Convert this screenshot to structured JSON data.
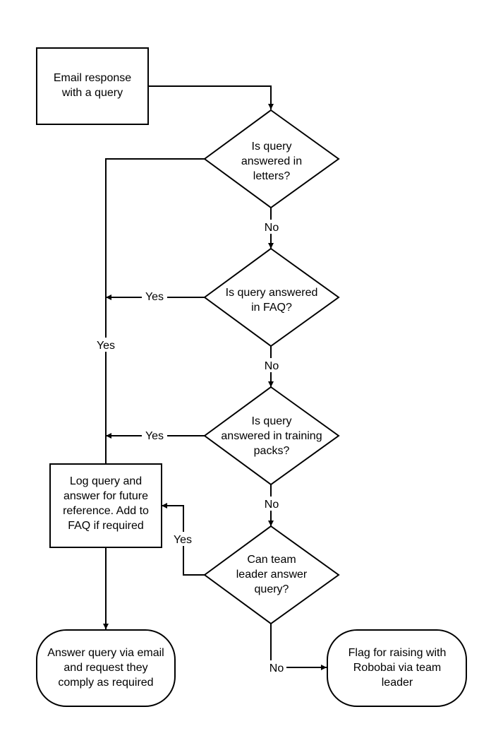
{
  "nodes": {
    "start": [
      "Email response",
      "with a query"
    ],
    "letters": [
      "Is query",
      "answered in",
      "letters?"
    ],
    "faq": [
      "Is query answered",
      "in FAQ?"
    ],
    "training": [
      "Is query",
      "answered in training",
      "packs?"
    ],
    "leader": [
      "Can team",
      "leader answer",
      "query?"
    ],
    "log": [
      "Log query and",
      "answer for future",
      "reference. Add to",
      "FAQ if required"
    ],
    "answer": [
      "Answer query via email",
      "and request they",
      "comply as required"
    ],
    "flag": [
      "Flag for raising with",
      "Robobai via team",
      "leader"
    ]
  },
  "edges": {
    "letters_no": "No",
    "faq_no": "No",
    "training_no": "No",
    "leader_no": "No",
    "letters_yes": "Yes",
    "faq_yes": "Yes",
    "training_yes": "Yes",
    "leader_yes": "Yes"
  }
}
